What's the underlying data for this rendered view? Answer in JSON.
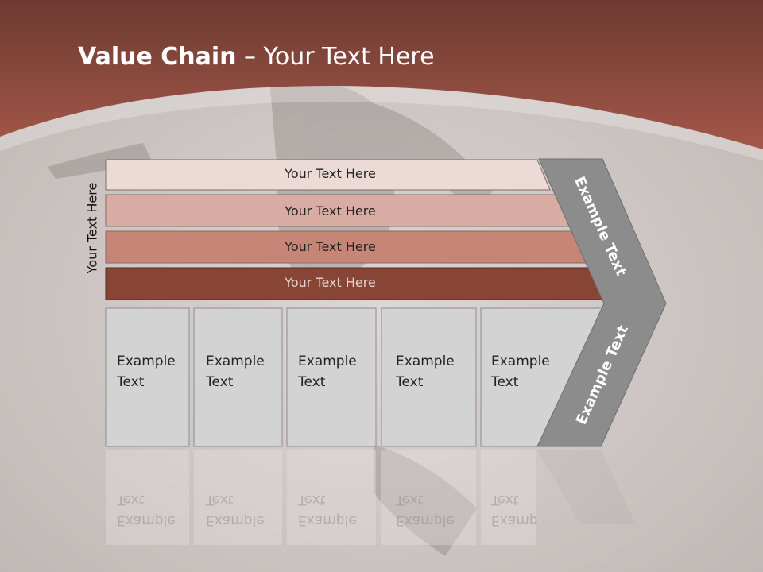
{
  "slide": {
    "title_bold": "Value Chain",
    "title_rest": " – Your Text Here",
    "vertical_label": "Your Text Here",
    "bars": [
      {
        "label": "Your Text Here"
      },
      {
        "label": "Your Text Here"
      },
      {
        "label": "Your Text Here"
      },
      {
        "label": "Your Text Here"
      }
    ],
    "boxes": [
      {
        "line1": "Example",
        "line2": "Text"
      },
      {
        "line1": "Example",
        "line2": "Text"
      },
      {
        "line1": "Example",
        "line2": "Text"
      },
      {
        "line1": "Example",
        "line2": "Text"
      },
      {
        "line1": "Example",
        "line2": "Text"
      }
    ],
    "chevron_top_label": "Example Text",
    "chevron_bottom_label": "Example Text"
  },
  "colors": {
    "header": "#9c5244",
    "bar1": "#ecdad6",
    "bar2": "#d8aca3",
    "bar3": "#c68576",
    "bar4": "#884535",
    "box": "#d3d3d3",
    "chevron": "#8c8c8c"
  }
}
